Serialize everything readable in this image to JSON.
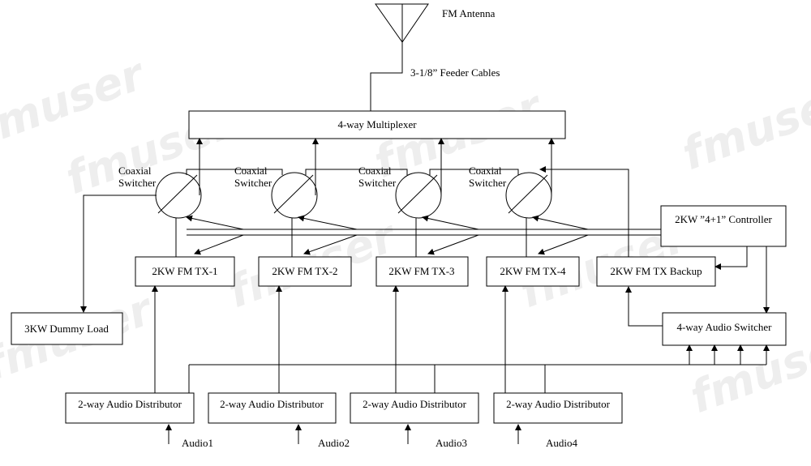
{
  "watermark": "fmuser",
  "antenna": {
    "label": "FM Antenna"
  },
  "feeder": {
    "label": "3-1/8” Feeder Cables"
  },
  "multiplexer": {
    "label": "4-way Multiplexer"
  },
  "coaxial_switchers": [
    {
      "label_line1": "Coaxial",
      "label_line2": "Switcher"
    },
    {
      "label_line1": "Coaxial",
      "label_line2": "Switcher"
    },
    {
      "label_line1": "Coaxial",
      "label_line2": "Switcher"
    },
    {
      "label_line1": "Coaxial",
      "label_line2": "Switcher"
    }
  ],
  "controller": {
    "label": "2KW ”4+1” Controller"
  },
  "transmitters": [
    "2KW FM TX-1",
    "2KW FM TX-2",
    "2KW FM TX-3",
    "2KW FM TX-4"
  ],
  "tx_backup": {
    "label": "2KW FM TX Backup"
  },
  "dummy_load": {
    "label": "3KW Dummy Load"
  },
  "audio_switcher": {
    "label": "4-way Audio Switcher"
  },
  "audio_distributors": [
    "2-way Audio Distributor",
    "2-way Audio Distributor",
    "2-way Audio Distributor",
    "2-way Audio Distributor"
  ],
  "audio_inputs": [
    "Audio1",
    "Audio2",
    "Audio3",
    "Audio4"
  ]
}
